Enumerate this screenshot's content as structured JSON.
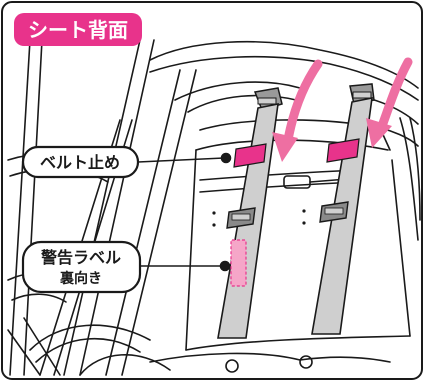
{
  "header_label": "シート背面",
  "callouts": {
    "belt_stop": "ベルト止め",
    "warning_label_line1": "警告ラベル",
    "warning_label_line2": "裏向き"
  },
  "colors": {
    "header_pink": "#e8338b",
    "belt_gray": "#cfcfcf",
    "stop_pink": "#e8338b",
    "label_pink": "#f5a6c8",
    "arrow_pink": "#ee6fa2",
    "line": "#1a1a1a"
  }
}
